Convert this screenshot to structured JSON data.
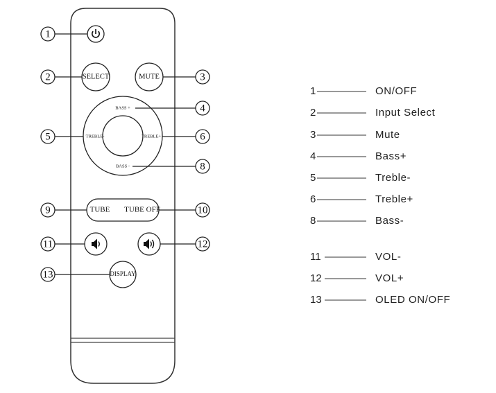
{
  "remote": {
    "buttons": {
      "select": "SELECT",
      "mute": "MUTE",
      "bass_plus": "BASS +",
      "bass_minus": "BASS -",
      "treble_minus": "TREBLE-",
      "treble_plus": "TREBLE+",
      "tube": "TUBE",
      "tube_off": "TUBE OFF",
      "display": "DISPLAY"
    },
    "icons": {
      "power": "power-icon",
      "vol_down": "speaker-low-icon",
      "vol_up": "speaker-high-icon"
    },
    "callouts": [
      "1",
      "2",
      "3",
      "4",
      "5",
      "6",
      "8",
      "9",
      "10",
      "11",
      "12",
      "13"
    ]
  },
  "legend": [
    {
      "num": "1",
      "label": "ON/OFF"
    },
    {
      "num": "2",
      "label": "Input Select"
    },
    {
      "num": "3",
      "label": "Mute"
    },
    {
      "num": "4",
      "label": "Bass+"
    },
    {
      "num": "5",
      "label": "Treble-"
    },
    {
      "num": "6",
      "label": "Treble+"
    },
    {
      "num": "8",
      "label": "Bass-"
    },
    {
      "num": "11",
      "label": "VOL-"
    },
    {
      "num": "12",
      "label": "VOL+"
    },
    {
      "num": "13",
      "label": "OLED ON/OFF"
    }
  ]
}
